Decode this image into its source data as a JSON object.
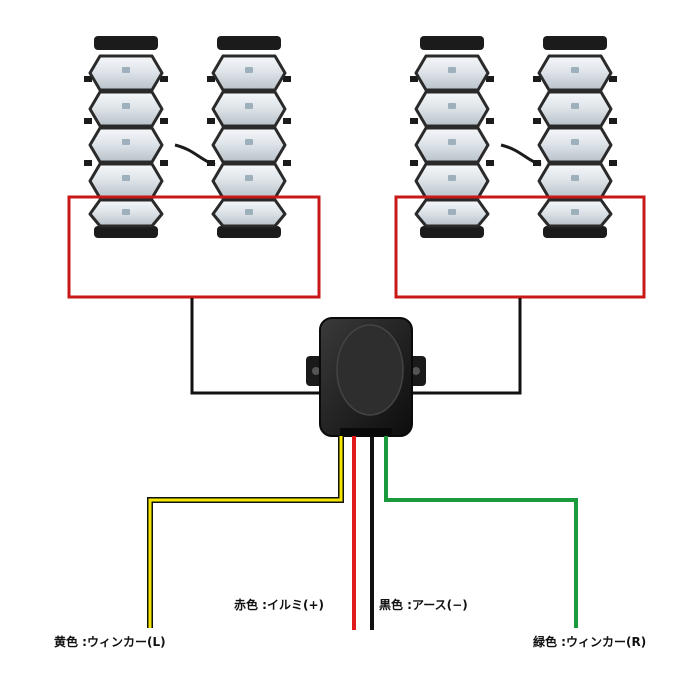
{
  "labels": {
    "yellow": "黄色 :ウィンカー(L)",
    "red": "赤色 :イルミ(+)",
    "black": "黒色 :アース(−)",
    "green": "緑色 :ウィンカー(R)"
  },
  "colors": {
    "red_wire": "#e01b1b",
    "black_wire": "#111111",
    "yellow_wire": "#f4e600",
    "green_wire": "#1a9a3c",
    "frame_red": "#c81818"
  },
  "components": {
    "light_units": 4,
    "segments_per_unit": 5,
    "controller": "control-box"
  }
}
